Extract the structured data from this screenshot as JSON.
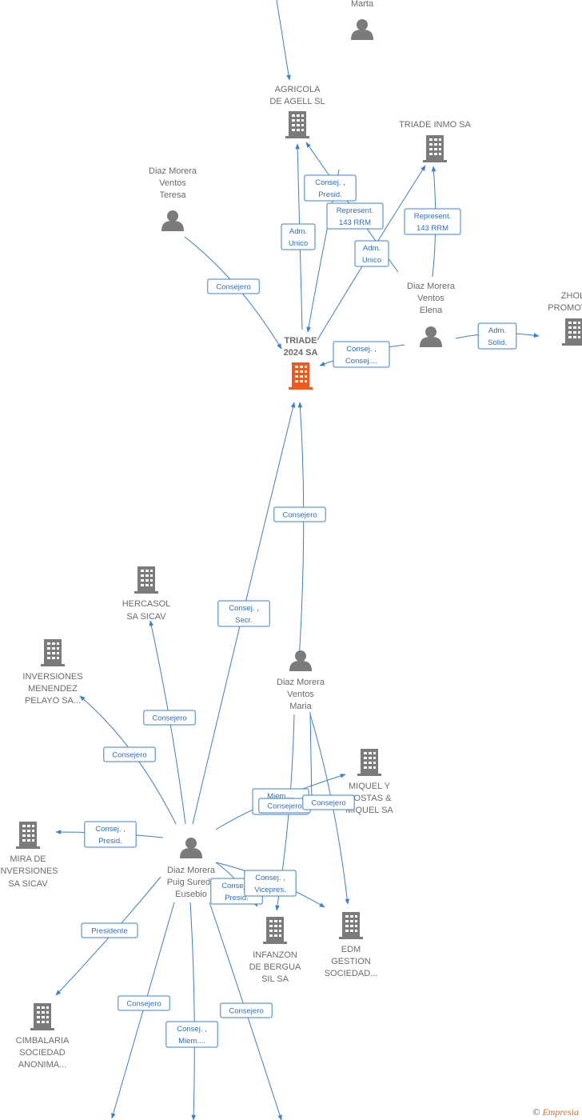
{
  "colors": {
    "edge": "#3b7fd4",
    "node": "#7b7b7b",
    "focus": "#f05a1e",
    "label": "#6b6b6b"
  },
  "nodes": [
    {
      "id": "marta",
      "kind": "person",
      "lines": [
        "Marta"
      ]
    },
    {
      "id": "agricola",
      "kind": "company",
      "lines": [
        "AGRICOLA",
        "DE AGELL  SL"
      ]
    },
    {
      "id": "triade_inmo",
      "kind": "company",
      "lines": [
        "TRIADE INMO SA"
      ]
    },
    {
      "id": "teresa",
      "kind": "person",
      "lines": [
        "Diaz Morera",
        "Ventos",
        "Teresa"
      ]
    },
    {
      "id": "elena",
      "kind": "person",
      "lines": [
        "Diaz Morera",
        "Ventos",
        "Elena"
      ]
    },
    {
      "id": "zholi",
      "kind": "company",
      "lines": [
        "ZHOLI",
        "PROMOVE..."
      ]
    },
    {
      "id": "triade2024",
      "kind": "focus",
      "lines": [
        "TRIADE",
        "2024 SA"
      ]
    },
    {
      "id": "hercasol",
      "kind": "company",
      "lines": [
        "HERCASOL",
        "SA SICAV"
      ]
    },
    {
      "id": "inv_menendez",
      "kind": "company",
      "lines": [
        "INVERSIONES",
        "MENENDEZ",
        "PELAYO SA..."
      ]
    },
    {
      "id": "maria",
      "kind": "person",
      "lines": [
        "Diaz Morera",
        "Ventos",
        "Maria"
      ]
    },
    {
      "id": "miquel",
      "kind": "company",
      "lines": [
        "MIQUEL Y",
        "COSTAS &",
        "MIQUEL SA"
      ]
    },
    {
      "id": "mira",
      "kind": "company",
      "lines": [
        "MIRA DE",
        "INVERSIONES",
        "SA SICAV"
      ]
    },
    {
      "id": "eusebio",
      "kind": "person",
      "lines": [
        "Diaz Morera",
        "Puig Sureda",
        "Eusebio"
      ]
    },
    {
      "id": "infanzon",
      "kind": "company",
      "lines": [
        "INFANZON",
        "DE BERGUA",
        "SIL SA"
      ]
    },
    {
      "id": "edm",
      "kind": "company",
      "lines": [
        "EDM",
        "GESTION",
        "SOCIEDAD..."
      ]
    },
    {
      "id": "cimbalaria",
      "kind": "company",
      "lines": [
        "CIMBALARIA",
        "SOCIEDAD",
        "ANONIMA..."
      ]
    }
  ],
  "edges": [
    {
      "from": "marta",
      "to": "triade2024",
      "lines": [
        "Consej. ,",
        "Presid."
      ]
    },
    {
      "from": "marta",
      "to": "agricola",
      "lines": []
    },
    {
      "from": "triade2024",
      "to": "agricola",
      "lines": [
        "Adm.",
        "Unico"
      ]
    },
    {
      "from": "triade2024",
      "to": "triade_inmo",
      "lines": [
        "Adm.",
        "Unico"
      ]
    },
    {
      "from": "elena",
      "to": "agricola",
      "lines": [
        "Represent.",
        "143 RRM"
      ]
    },
    {
      "from": "elena",
      "to": "triade_inmo",
      "lines": [
        "Represent.",
        "143 RRM"
      ]
    },
    {
      "from": "teresa",
      "to": "triade2024",
      "lines": [
        "Consejero"
      ]
    },
    {
      "from": "elena",
      "to": "triade2024",
      "lines": [
        "Consej. ,",
        "Consej...."
      ]
    },
    {
      "from": "elena",
      "to": "zholi",
      "lines": [
        "Adm.",
        "Solid."
      ]
    },
    {
      "from": "maria",
      "to": "triade2024",
      "lines": [
        "Consejero"
      ]
    },
    {
      "from": "eusebio",
      "to": "triade2024",
      "lines": [
        "Consej. ,",
        "Secr."
      ]
    },
    {
      "from": "eusebio",
      "to": "hercasol",
      "lines": [
        "Consejero"
      ]
    },
    {
      "from": "eusebio",
      "to": "inv_menendez",
      "lines": [
        "Consejero"
      ]
    },
    {
      "from": "eusebio",
      "to": "mira",
      "lines": [
        "Consej. ,",
        "Presid."
      ]
    },
    {
      "from": "eusebio",
      "to": "miquel",
      "lines": [
        "Miem....",
        "Consej...."
      ]
    },
    {
      "from": "maria",
      "to": "miquel",
      "lines": [
        "Consejero"
      ]
    },
    {
      "from": "maria",
      "to": "infanzon",
      "lines": [
        "Consejero"
      ]
    },
    {
      "from": "maria",
      "to": "edm",
      "lines": []
    },
    {
      "from": "eusebio",
      "to": "infanzon",
      "lines": [
        "Consej. ,",
        "Presid."
      ]
    },
    {
      "from": "eusebio",
      "to": "edm",
      "lines": [
        "Consej. ,",
        "Vicepres."
      ]
    },
    {
      "from": "eusebio",
      "to": "cimbalaria",
      "lines": [
        "Presidente"
      ]
    },
    {
      "from": "eusebio",
      "to": "offscreen_a",
      "lines": [
        "Consejero"
      ]
    },
    {
      "from": "eusebio",
      "to": "offscreen_b",
      "lines": [
        "Consej. ,",
        "Miem...."
      ]
    },
    {
      "from": "eusebio",
      "to": "offscreen_c",
      "lines": [
        "Consejero"
      ]
    }
  ],
  "footer": {
    "symbol": "©",
    "brand": "Empresia"
  }
}
